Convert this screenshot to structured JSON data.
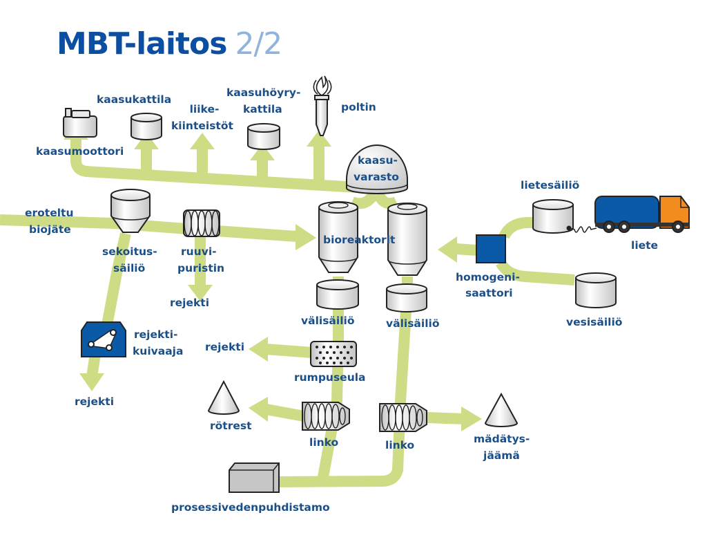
{
  "title": {
    "main": "MBT-laitos",
    "sub": "2/2"
  },
  "colors": {
    "flow": "#cfdc86",
    "title": "#0b4ea2",
    "title_sub": "#8fb4dc",
    "label": "#1b4f88",
    "truck_tank": "#0b5aa8",
    "truck_cab": "#f28c1e",
    "homogenizer": "#0b5aa8"
  },
  "labels": {
    "kaasumoottori": "kaasumoottori",
    "kaasukattila": "kaasukattila",
    "liike1": "liike-",
    "liike2": "kiinteistöt",
    "hoyry1": "kaasuhöyry-",
    "hoyry2": "kattila",
    "poltin": "poltin",
    "kaasuvarasto1": "kaasu-",
    "kaasuvarasto2": "varasto",
    "eroteltu1": "eroteltu",
    "eroteltu2": "biojäte",
    "sekoitus1": "sekoitus-",
    "sekoitus2": "säiliö",
    "ruuvi1": "ruuvi-",
    "ruuvi2": "puristin",
    "rejekti_ruuvi": "rejekti",
    "bioreaktorit": "bioreaktorit",
    "lietesailio": "lietesäiliö",
    "liete": "liete",
    "homog1": "homogeni-",
    "homog2": "saattori",
    "vesisailio": "vesisäiliö",
    "valisailio1": "välisäiliö",
    "valisailio2": "välisäiliö",
    "rejekti_rumpu": "rejekti",
    "rumpuseula": "rumpuseula",
    "kuivaaja1": "rejekti-",
    "kuivaaja2": "kuivaaja",
    "rejekti_kuivaaja": "rejekti",
    "rotrest": "rötrest",
    "linko1": "linko",
    "linko2": "linko",
    "madatys1": "mädätys-",
    "madatys2": "jäämä",
    "prosessi": "prosessivedenpuhdistamo"
  }
}
